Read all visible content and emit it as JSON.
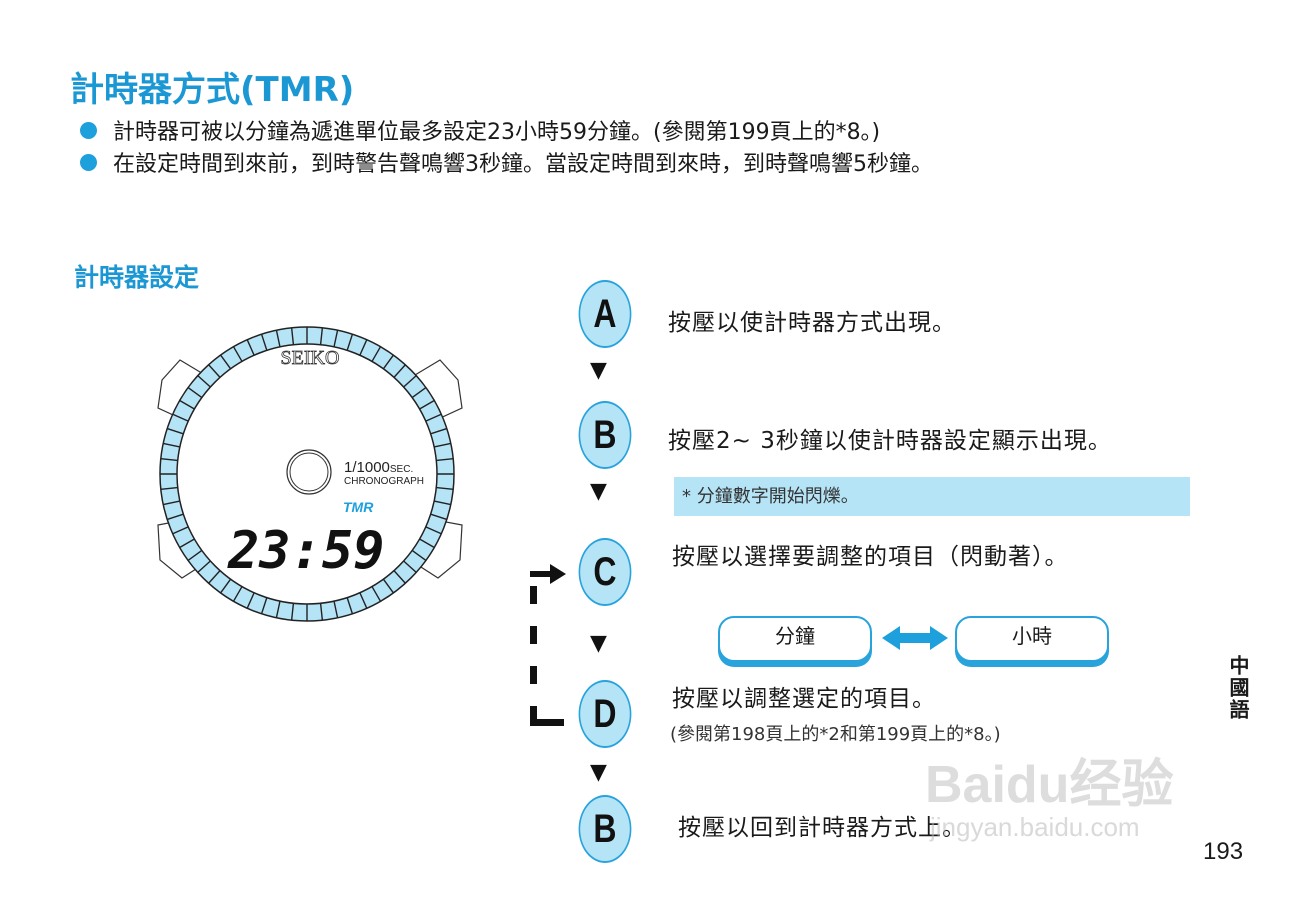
{
  "title": "計時器方式(TMR)",
  "bullets": [
    "計時器可被以分鐘為遞進單位最多設定23小時59分鐘。(參閱第199頁上的*8。)",
    "在設定時間到來前，到時警告聲鳴響3秒鐘。當設定時間到來時，到時聲鳴響5秒鐘。"
  ],
  "section_title": "計時器設定",
  "watch": {
    "brand": "SEIKO",
    "label1": "1/1000",
    "label1_unit": "SEC.",
    "label2": "CHRONOGRAPH",
    "mode": "TMR",
    "display": "23:59"
  },
  "steps": [
    {
      "button": "A",
      "text": "按壓以使計時器方式出現。"
    },
    {
      "button": "B",
      "text": "按壓2~ 3秒鐘以使計時器設定顯示出現。",
      "note": "* 分鐘數字開始閃爍。"
    },
    {
      "button": "C",
      "text": "按壓以選擇要調整的項目（閃動著）。",
      "options": [
        "分鐘",
        "小時"
      ]
    },
    {
      "button": "D",
      "text": "按壓以調整選定的項目。",
      "ref": "(參閱第198頁上的*2和第199頁上的*8。)"
    },
    {
      "button": "B",
      "text": "按壓以回到計時器方式上。"
    }
  ],
  "side_label": "中國語",
  "page_number": "193",
  "watermark": {
    "text": "Baidu经验",
    "url": "jingyan.baidu.com"
  },
  "colors": {
    "accent": "#1b97d4",
    "light": "#b6e4f7"
  }
}
